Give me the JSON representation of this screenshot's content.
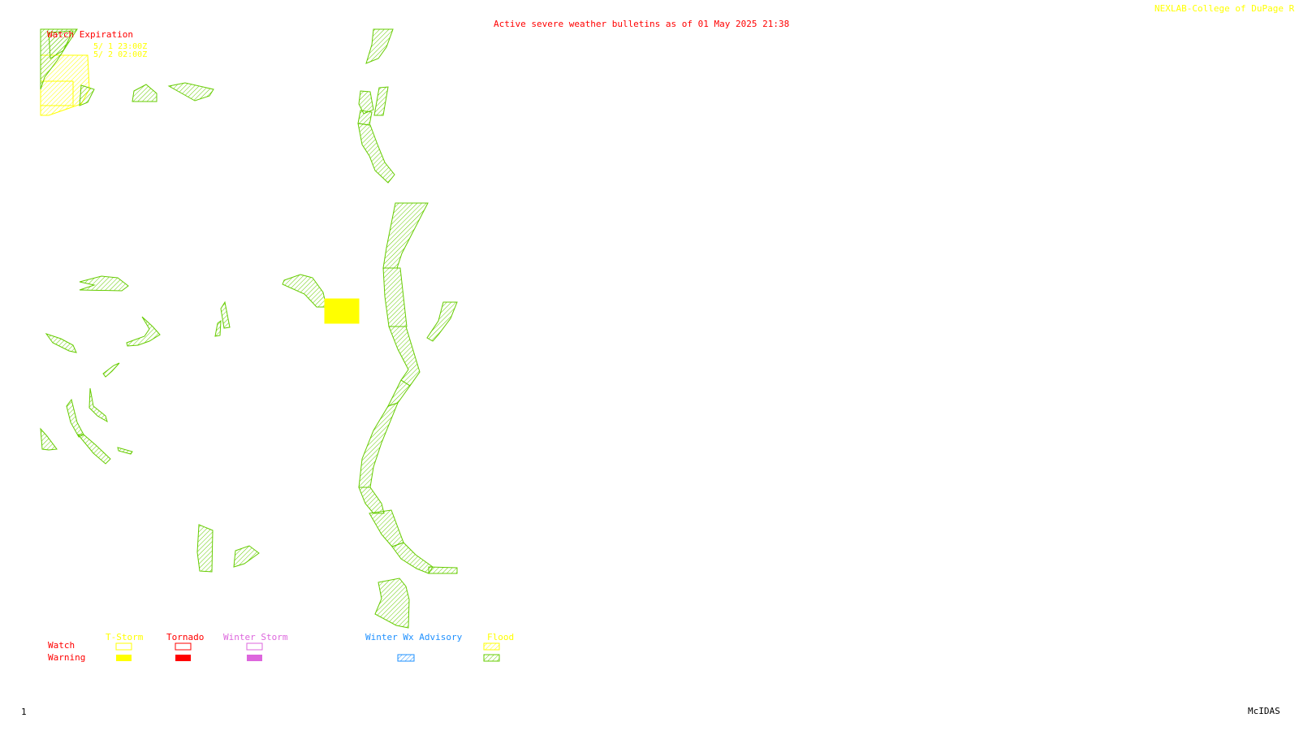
{
  "header": {
    "title": "Active severe weather bulletins as of 01 May 2025 21:38",
    "credit": "NEXLAB-College of DuPage R"
  },
  "watch_expiration": {
    "title": "Watch Expiration",
    "entries": [
      "5/ 1 23:00Z",
      "5/ 2 02:00Z"
    ]
  },
  "legend": {
    "row_labels": {
      "watch": "Watch",
      "warning": "Warning"
    },
    "columns": [
      {
        "key": "tstorm",
        "label": "T-Storm",
        "color": "#ffff00"
      },
      {
        "key": "tornado",
        "label": "Tornado",
        "color": "#ff0000"
      },
      {
        "key": "winter_storm",
        "label": "Winter Storm",
        "color": "#dd66dd"
      },
      {
        "key": "winter_advisory",
        "label": "Winter Wx Advisory",
        "color": "#1e90ff"
      },
      {
        "key": "flood",
        "label": "Flood",
        "color": "#66cc00"
      }
    ]
  },
  "footer": {
    "frame_number": "1",
    "software": "McIDAS"
  },
  "colors": {
    "flood": "#66cc00",
    "tstorm_warning": "#ffff00",
    "watch_hatch": "#ffff00",
    "title": "#ff0000"
  }
}
